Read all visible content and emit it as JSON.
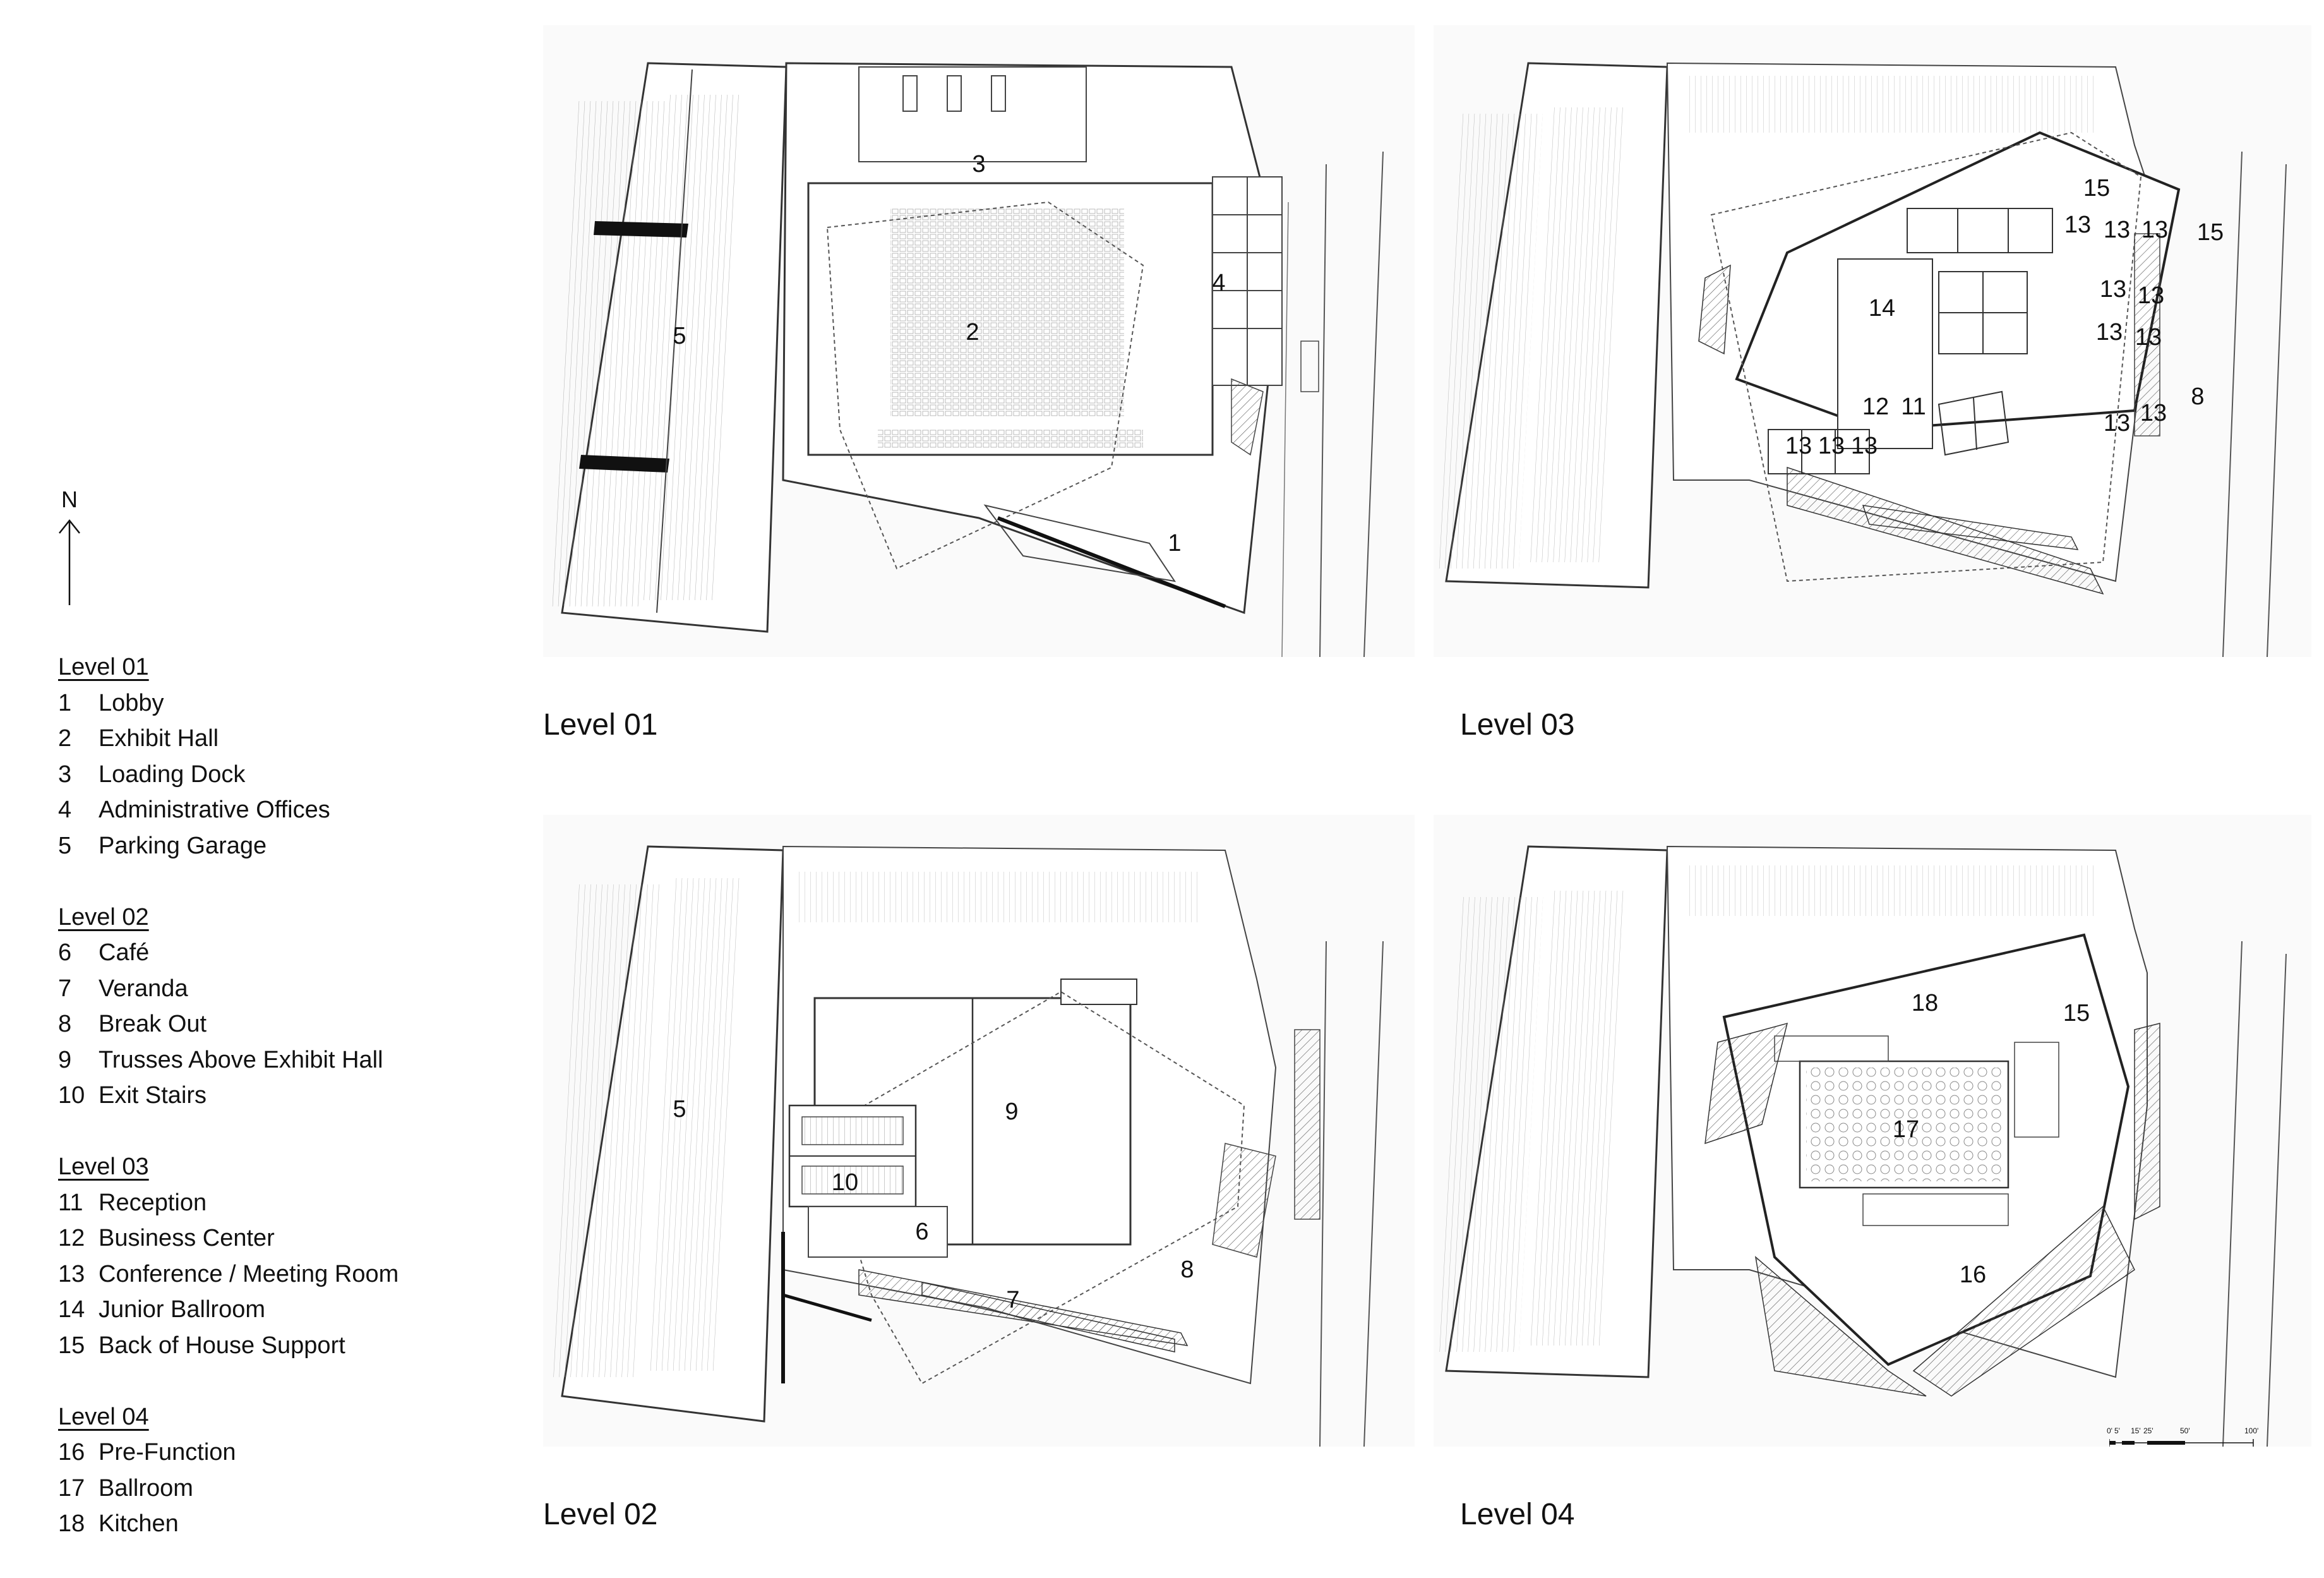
{
  "north": {
    "label": "N",
    "icon": "north-arrow-icon"
  },
  "legend": [
    {
      "heading": "Level 01",
      "items": [
        {
          "num": "1",
          "label": "Lobby"
        },
        {
          "num": "2",
          "label": "Exhibit Hall"
        },
        {
          "num": "3",
          "label": "Loading Dock"
        },
        {
          "num": "4",
          "label": "Administrative Offices"
        },
        {
          "num": "5",
          "label": "Parking Garage"
        }
      ]
    },
    {
      "heading": "Level 02",
      "items": [
        {
          "num": "6",
          "label": "Café"
        },
        {
          "num": "7",
          "label": "Veranda"
        },
        {
          "num": "8",
          "label": "Break Out"
        },
        {
          "num": "9",
          "label": "Trusses Above Exhibit Hall"
        },
        {
          "num": "10",
          "label": "Exit Stairs"
        }
      ]
    },
    {
      "heading": "Level 03",
      "items": [
        {
          "num": "11",
          "label": "Reception"
        },
        {
          "num": "12",
          "label": "Business Center"
        },
        {
          "num": "13",
          "label": "Conference / Meeting Room"
        },
        {
          "num": "14",
          "label": "Junior Ballroom"
        },
        {
          "num": "15",
          "label": "Back of House Support"
        }
      ]
    },
    {
      "heading": "Level 04",
      "items": [
        {
          "num": "16",
          "label": "Pre-Function"
        },
        {
          "num": "17",
          "label": "Ballroom"
        },
        {
          "num": "18",
          "label": "Kitchen"
        }
      ]
    }
  ],
  "plans": {
    "level01": {
      "caption": "Level 01",
      "rooms": [
        "1",
        "2",
        "3",
        "4",
        "5"
      ]
    },
    "level02": {
      "caption": "Level 02",
      "rooms": [
        "5",
        "6",
        "7",
        "8",
        "9",
        "10"
      ]
    },
    "level03": {
      "caption": "Level 03",
      "rooms": [
        "15",
        "15",
        "13",
        "13",
        "13",
        "13",
        "13",
        "13",
        "13",
        "14",
        "12",
        "11",
        "8",
        "13",
        "13",
        "13",
        "13",
        "13"
      ]
    },
    "level04": {
      "caption": "Level 04",
      "rooms": [
        "18",
        "15",
        "17",
        "16"
      ]
    }
  },
  "scalebar": {
    "labels": [
      "0'",
      "5'",
      "15'",
      "25'",
      "50'",
      "100'"
    ]
  }
}
